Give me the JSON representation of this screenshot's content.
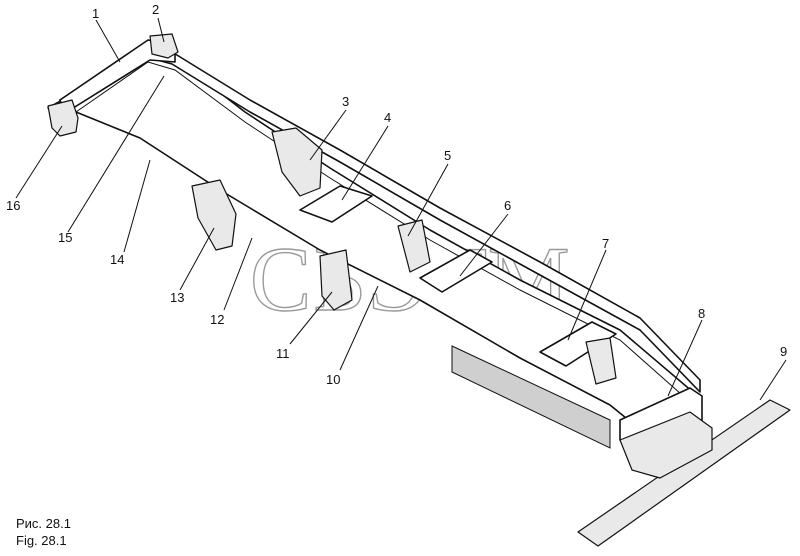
{
  "watermark": "СБЭТМ",
  "captions": {
    "ru": "Рис. 28.1",
    "en": "Fig. 28.1"
  },
  "callouts": [
    {
      "id": "1",
      "text": "1"
    },
    {
      "id": "2",
      "text": "2"
    },
    {
      "id": "3",
      "text": "3"
    },
    {
      "id": "4",
      "text": "4"
    },
    {
      "id": "5",
      "text": "5"
    },
    {
      "id": "6",
      "text": "6"
    },
    {
      "id": "7",
      "text": "7"
    },
    {
      "id": "8",
      "text": "8"
    },
    {
      "id": "9",
      "text": "9"
    },
    {
      "id": "10",
      "text": "10"
    },
    {
      "id": "11",
      "text": "11"
    },
    {
      "id": "12",
      "text": "12"
    },
    {
      "id": "13",
      "text": "13"
    },
    {
      "id": "14",
      "text": "14"
    },
    {
      "id": "15",
      "text": "15"
    },
    {
      "id": "16",
      "text": "16"
    }
  ]
}
